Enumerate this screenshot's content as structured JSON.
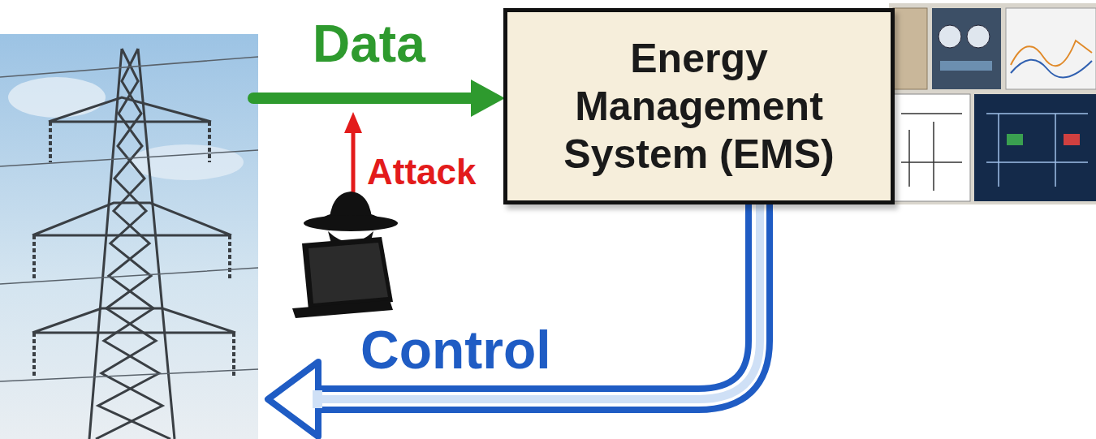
{
  "diagram": {
    "nodes": [
      {
        "text": [
          "Energy Management System (EMS)"
        ]
      }
    ],
    "labels": [
      "Data",
      "Attack",
      "Control"
    ]
  }
}
